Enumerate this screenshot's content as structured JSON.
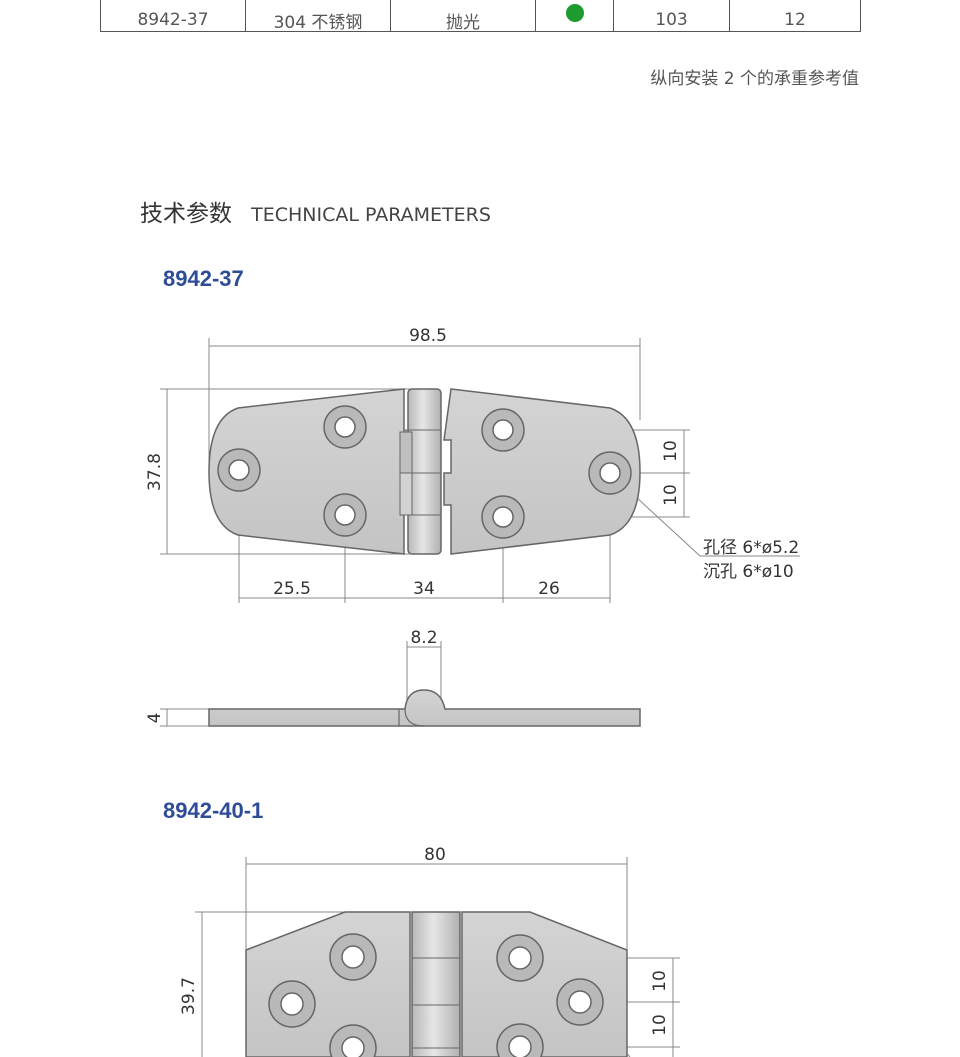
{
  "table_row": {
    "model": "8942-37",
    "material": "304 不锈钢",
    "finish": "抛光",
    "status_color": "#1e9b2f",
    "value_1": "103",
    "value_2": "12"
  },
  "note": "纵向安装 2 个的承重参考值",
  "section": {
    "title_cn": "技术参数",
    "title_en": "TECHNICAL PARAMETERS"
  },
  "drawings": [
    {
      "model": "8942-37",
      "dim_width": "98.5",
      "dim_height": "37.8",
      "dim_spacing_1": "10",
      "dim_spacing_2": "10",
      "dim_bottom_1": "25.5",
      "dim_bottom_2": "34",
      "dim_bottom_3": "26",
      "hole_note_1": "孔径 6*ø5.2",
      "hole_note_2": "沉孔 6*ø10",
      "dim_knuckle": "8.2",
      "dim_thickness": "4"
    },
    {
      "model": "8942-40-1",
      "dim_width": "80",
      "dim_height": "39.7",
      "dim_spacing_1": "10",
      "dim_spacing_2": "10"
    }
  ]
}
